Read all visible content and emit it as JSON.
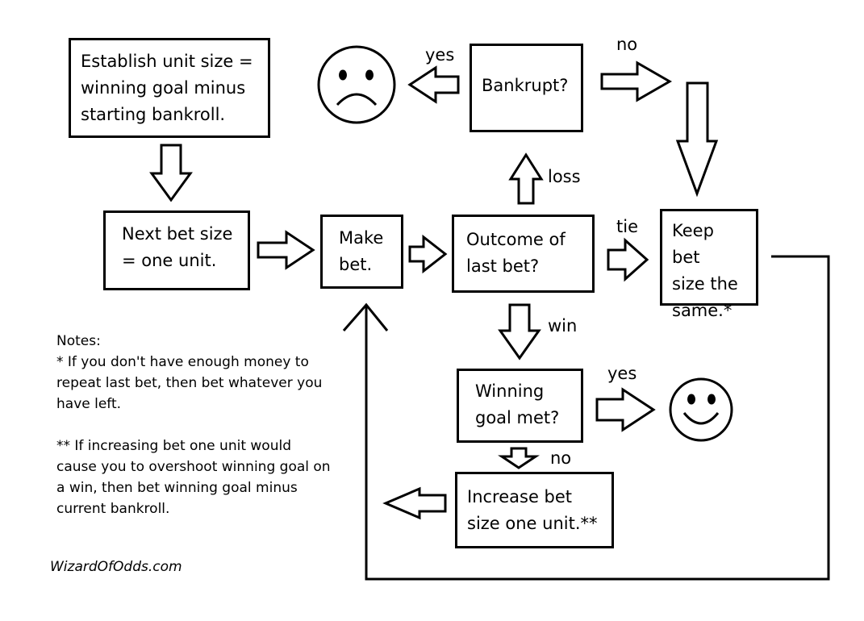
{
  "boxes": {
    "establish_unit": "Establish unit size =\nwinning goal minus\nstarting bankroll.",
    "next_bet": "Next bet size\n= one unit.",
    "make_bet": "Make\nbet.",
    "outcome": "Outcome of\nlast bet?",
    "bankrupt": "Bankrupt?",
    "keep_bet": "Keep bet\nsize the\nsame.*",
    "winning_goal": "Winning\ngoal met?",
    "increase_bet": "Increase bet\nsize one unit.**"
  },
  "labels": {
    "yes_bankrupt": "yes",
    "no_bankrupt": "no",
    "loss": "loss",
    "tie": "tie",
    "win": "win",
    "yes_goal": "yes",
    "no_goal": "no"
  },
  "notes": {
    "heading": "Notes:",
    "note1": "*  If you don't have enough money to repeat last bet, then bet whatever you have left.",
    "note2": "**  If increasing bet one unit would cause you to overshoot winning goal on a win, then bet winning goal minus current bankroll."
  },
  "footer": "WizardOfOdds.com",
  "icons": {
    "sad_face": "sad-face-icon",
    "happy_face": "happy-face-icon"
  },
  "colors": {
    "ink": "#000000",
    "paper": "#ffffff"
  }
}
